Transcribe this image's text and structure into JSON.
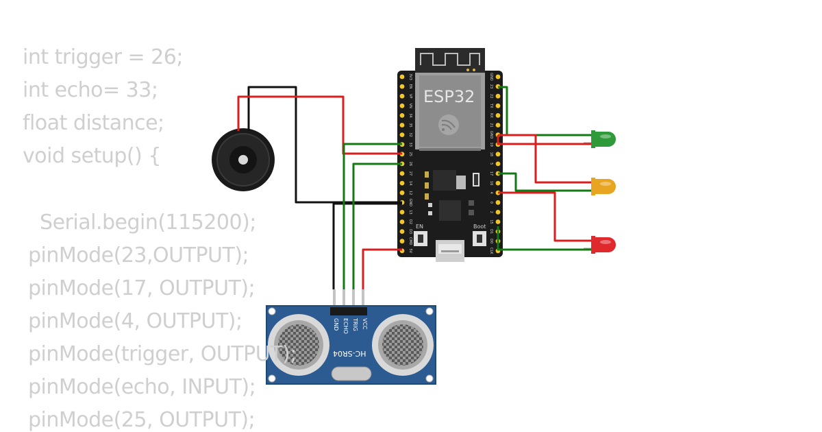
{
  "code_lines": [
    "int trigger = 26;",
    "int echo= 33;",
    "float distance;",
    "void setup() {",
    " Serial.begin(115200);",
    "pinMode(23,OUTPUT);",
    "pinMode(17, OUTPUT);",
    "pinMode(4, OUTPUT);",
    "pinMode(trigger, OUTPUT);",
    "pinMode(echo, INPUT);",
    "pinMode(25, OUTPUT);"
  ],
  "esp32": {
    "label": "ESP32",
    "en_label": "EN",
    "boot_label": "Boot",
    "left_pins": [
      "3V3",
      "EN",
      "VP",
      "VN",
      "34",
      "35",
      "32",
      "33",
      "25",
      "26",
      "27",
      "14",
      "12",
      "GND",
      "13",
      "D2",
      "D3",
      "CMD",
      "5V"
    ],
    "right_pins": [
      "GND",
      "23",
      "22",
      "TX",
      "RX",
      "21",
      "GND",
      "19",
      "18",
      "5",
      "17",
      "16",
      "4",
      "0",
      "2",
      "15",
      "D1",
      "D0",
      "CLK"
    ]
  },
  "sensor": {
    "model": "HC-SR04",
    "pins": [
      "GND",
      "ECHO",
      "TRIG",
      "VCC"
    ]
  },
  "leds": [
    {
      "color_name": "green",
      "color": "#2e9a3a"
    },
    {
      "color_name": "yellow",
      "color": "#e8a521"
    },
    {
      "color_name": "red",
      "color": "#e0292c"
    }
  ],
  "wire_colors": {
    "red": "#d81e1e",
    "green": "#137a13",
    "black": "#111111"
  }
}
